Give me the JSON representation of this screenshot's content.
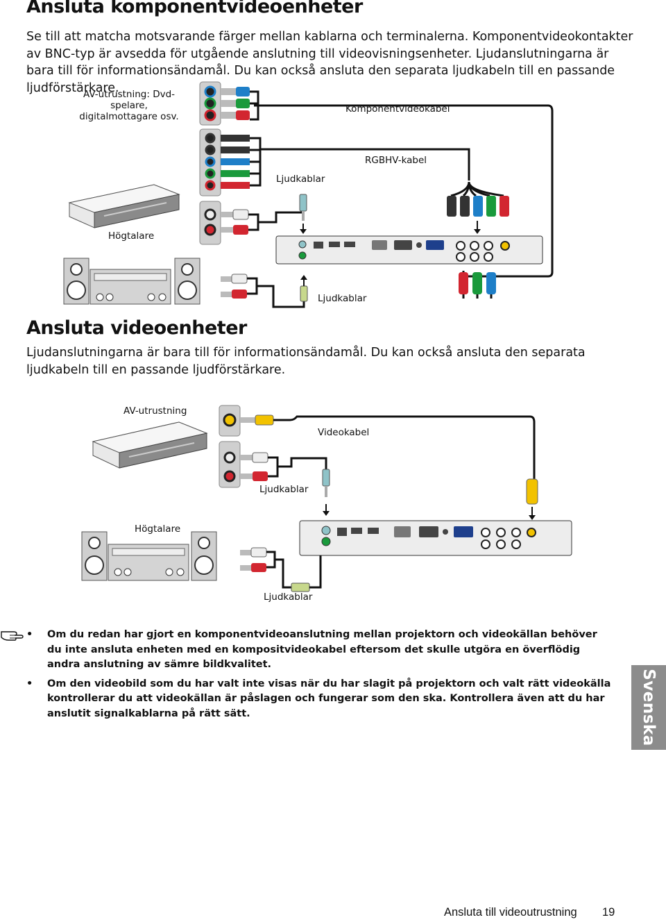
{
  "section1": {
    "title": "Ansluta komponentvideoenheter",
    "intro": "Se till att matcha motsvarande färger mellan kablarna och terminalerna. Komponentvideokontakter av BNC-typ är avsedda för utgående anslutning till videovisningsenheter. Ljudanslutningarna är bara till för informationsändamål. Du kan också ansluta den separata ljudkabeln till en passande ljudförstärkare.",
    "labels": {
      "av_equipment": "AV-utrustning: Dvd-spelare,\ndigitalmottagare osv.",
      "component_cable": "Komponentvideokabel",
      "rgbhv_cable": "RGBHV-kabel",
      "audio_cables_top": "Ljudkablar",
      "speakers": "Högtalare",
      "audio_cables_bottom": "Ljudkablar"
    }
  },
  "section2": {
    "title": "Ansluta videoenheter",
    "intro": "Ljudanslutningarna är bara till för informationsändamål. Du kan också ansluta den separata ljudkabeln till en passande ljudförstärkare.",
    "labels": {
      "av_equipment": "AV-utrustning",
      "video_cable": "Videokabel",
      "audio_cables_top": "Ljudkablar",
      "speakers": "Högtalare",
      "audio_cables_bottom": "Ljudkablar"
    }
  },
  "notes": [
    "Om du redan har gjort en komponentvideoanslutning mellan projektorn och videokällan behöver du inte ansluta enheten med en kompositvideokabel eftersom det skulle utgöra en överflödig andra anslutning av sämre bildkvalitet.",
    "Om den videobild som du har valt inte visas när du har slagit på projektorn och valt rätt videokälla kontrollerar du att videokällan är påslagen och fungerar som den ska. Kontrollera även att du har anslutit signalkablarna på rätt sätt."
  ],
  "side_tab": "Svenska",
  "footer": {
    "section": "Ansluta till videoutrustning",
    "page": "19"
  },
  "colors": {
    "red": "#d22630",
    "green": "#1a9a3c",
    "blue": "#1e7fc8",
    "yellow": "#f2c200",
    "tab_grey": "#8c8c8c"
  },
  "icons": [
    "hand-pointer-icon"
  ]
}
